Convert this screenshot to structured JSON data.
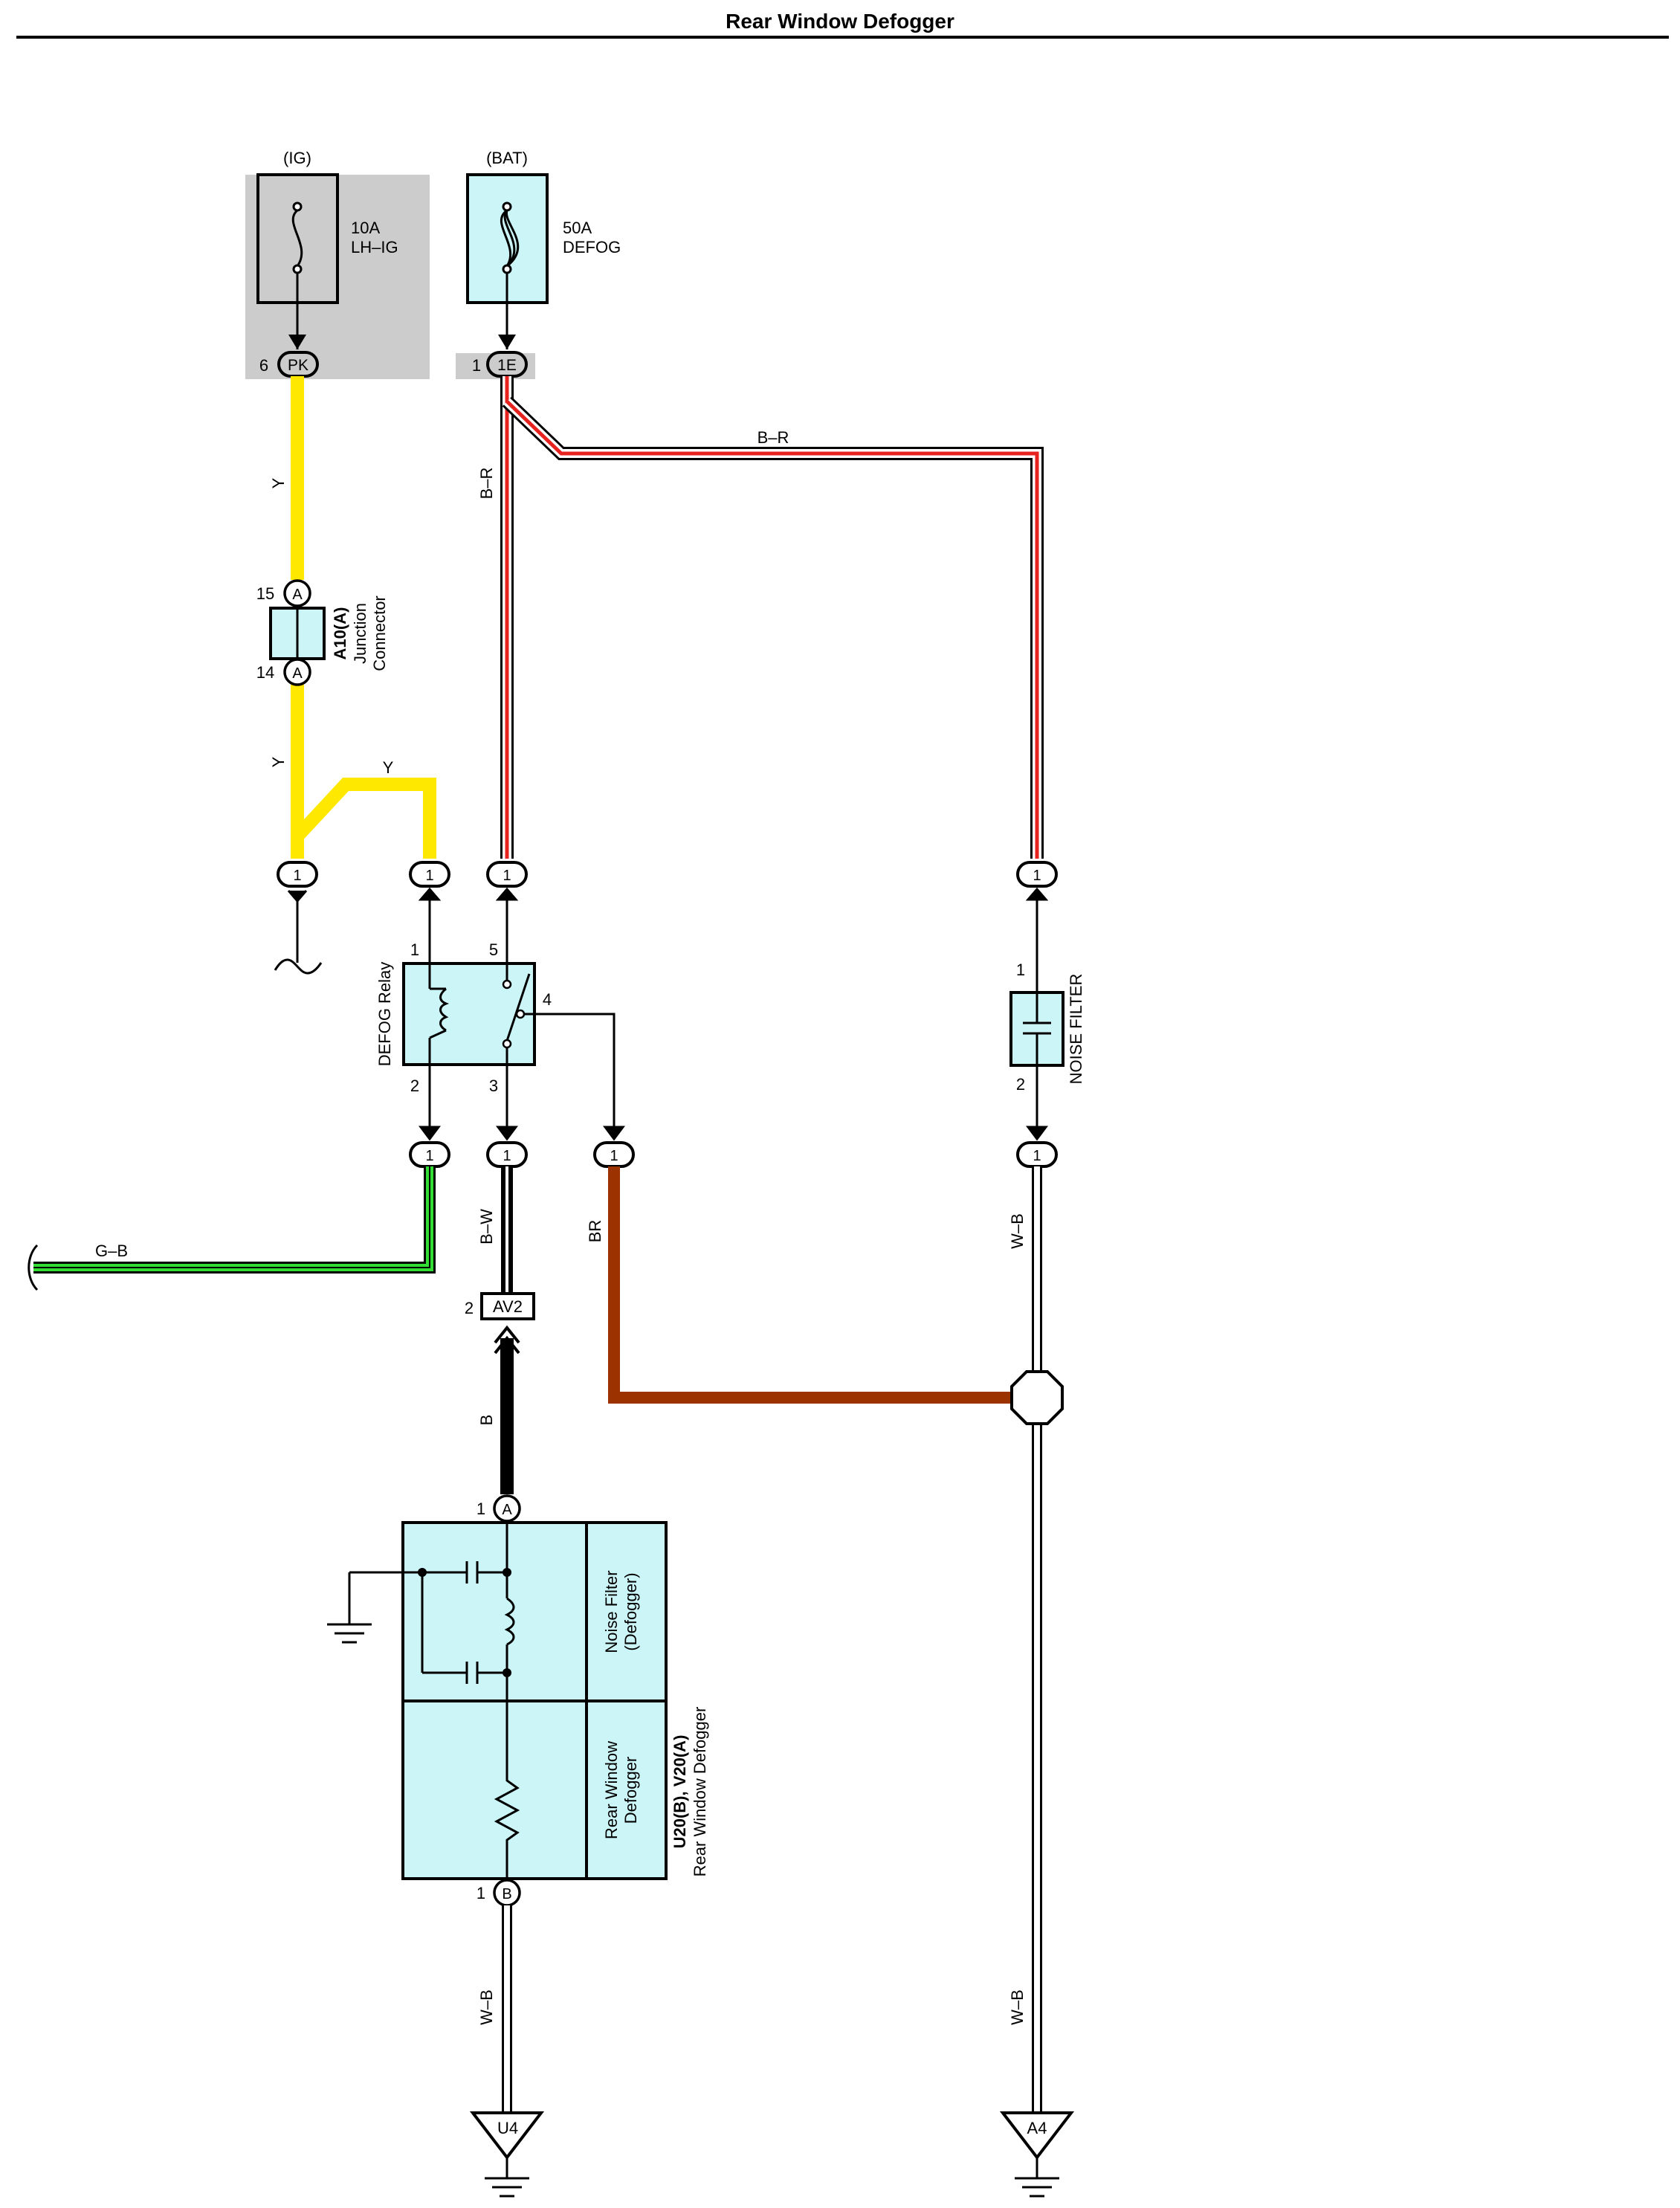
{
  "title": "Rear Window Defogger",
  "colors": {
    "yellow": "#FFE800",
    "red": "#E6231E",
    "green": "#33DD33",
    "brown": "#9B3200",
    "component_fill": "#CCF5F8",
    "shade": "#CCCCCC"
  },
  "sources": {
    "ig": {
      "label": "(IG)",
      "rating": "10A",
      "name": "LH–IG",
      "pin": "6",
      "connector": "PK"
    },
    "bat": {
      "label": "(BAT)",
      "rating": "50A",
      "name": "DEFOG",
      "pin": "1",
      "connector": "1E"
    }
  },
  "junction": {
    "id": "A10(A)",
    "name1": "Junction",
    "name2": "Connector",
    "pin_in": "15",
    "pin_out": "14",
    "letter": "A"
  },
  "relay": {
    "name": "DEFOG Relay",
    "pin1": "1",
    "pin2": "2",
    "pin3": "3",
    "pin4": "4",
    "pin5": "5"
  },
  "noise_filter": {
    "name": "NOISE FILTER",
    "pin_top": "1",
    "pin_bottom": "2"
  },
  "defogger": {
    "id": "U20(B), V20(A)",
    "name": "Rear Window Defogger",
    "section_top1": "Noise Filter",
    "section_top2": "(Defogger)",
    "section_bottom1": "Rear Window",
    "section_bottom2": "Defogger",
    "pin_a": "1",
    "letter_a": "A",
    "pin_b": "1",
    "letter_b": "B"
  },
  "connector_av2": {
    "pin": "2",
    "label": "AV2"
  },
  "connector_pin": "1",
  "wires": {
    "y": "Y",
    "br_r": "B–R",
    "gb": "G–B",
    "bw": "B–W",
    "br": "BR",
    "wb": "W–B",
    "b": "B"
  },
  "grounds": {
    "left": "U4",
    "right": "A4"
  }
}
